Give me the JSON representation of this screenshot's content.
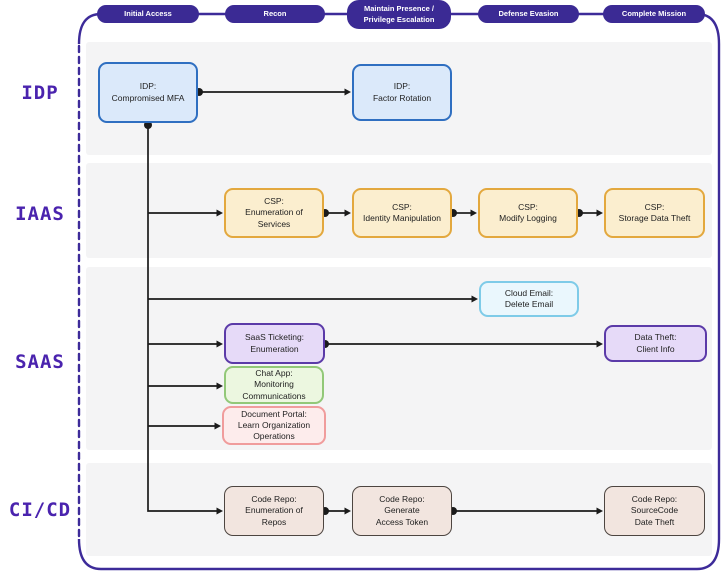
{
  "palette": {
    "phase_pill": "#3b2a94",
    "frame_border": "#3d2b99",
    "lane_background": "#f4f4f5",
    "lane_label_text": "#4a23ae",
    "connector": "#1b1b1b",
    "idp_fill": "#dbe9fa",
    "idp_border": "#2f6fc1",
    "csp_fill": "#fbeecf",
    "csp_border": "#e3a83e",
    "cloud_email_fill": "#eaf7fd",
    "cloud_email_border": "#7ecbe8",
    "saas_fill": "#e6daf8",
    "saas_border": "#5b3aa8",
    "chat_fill": "#ecf7e0",
    "chat_border": "#92c878",
    "document_fill": "#fdecec",
    "document_border": "#f09c9c",
    "code_repo_fill": "#f2e5df",
    "code_repo_border": "#4d4540"
  },
  "phases": [
    {
      "label": "Initial Access"
    },
    {
      "label": "Recon"
    },
    {
      "label": "Maintain Presence /\nPrivilege Escalation"
    },
    {
      "label": "Defense Evasion"
    },
    {
      "label": "Complete Mission"
    }
  ],
  "lanes": [
    {
      "label": "IDP"
    },
    {
      "label": "IAAS"
    },
    {
      "label": "SAAS"
    },
    {
      "label": "CI/CD"
    }
  ],
  "nodes": [
    {
      "id": "idp-compromised-mfa",
      "label": "IDP:\nCompromised MFA"
    },
    {
      "id": "idp-factor-rotation",
      "label": "IDP:\nFactor Rotation"
    },
    {
      "id": "csp-enumeration-of-services",
      "label": "CSP:\nEnumeration of\nServices"
    },
    {
      "id": "csp-identity-manipulation",
      "label": "CSP:\nIdentity Manipulation"
    },
    {
      "id": "csp-modify-logging",
      "label": "CSP:\nModify Logging"
    },
    {
      "id": "csp-storage-data-theft",
      "label": "CSP:\nStorage Data Theft"
    },
    {
      "id": "cloud-email-delete-email",
      "label": "Cloud Email:\nDelete Email"
    },
    {
      "id": "saas-ticketing-enumeration",
      "label": "SaaS Ticketing:\nEnumeration"
    },
    {
      "id": "data-theft-client-info",
      "label": "Data Theft:\nClient Info"
    },
    {
      "id": "chat-app-monitoring",
      "label": "Chat App:\nMonitoring\nCommunications"
    },
    {
      "id": "document-portal-learn-org",
      "label": "Document Portal:\nLearn Organization\nOperations"
    },
    {
      "id": "code-repo-enumeration",
      "label": "Code Repo:\nEnumeration of\nRepos"
    },
    {
      "id": "code-repo-generate-token",
      "label": "Code Repo:\nGenerate\nAccess Token"
    },
    {
      "id": "code-repo-sourcecode-theft",
      "label": "Code Repo:\nSourceCode\nDate Theft"
    }
  ]
}
